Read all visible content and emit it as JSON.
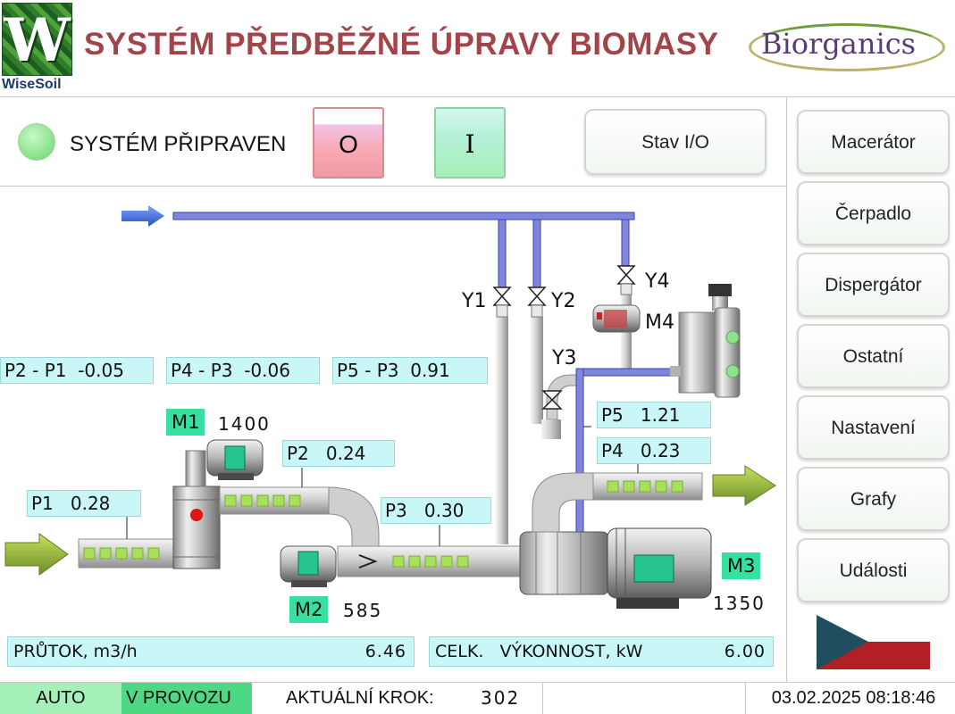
{
  "header": {
    "logo_letter": "W",
    "logo_text": "WiseSoil",
    "title": "SYSTÉM PŘEDBĚŽNÉ ÚPRAVY BIOMASY",
    "brand": "Biorganics"
  },
  "status_row": {
    "ready_label": "SYSTÉM PŘIPRAVEN",
    "off_button": "O",
    "on_button": "I",
    "io_button": "Stav I/O"
  },
  "nav": {
    "items": [
      "Macerátor",
      "Čerpadlo",
      "Dispergátor",
      "Ostatní",
      "Nastavení",
      "Grafy",
      "Události"
    ]
  },
  "diff_boxes": {
    "p2_p1": "P2 - P1  -0.05",
    "p4_p3": "P4 - P3  -0.06",
    "p5_p3": "P5 - P3  0.91"
  },
  "pressures": {
    "p1": "P1   0.28",
    "p2": "P2   0.24",
    "p3": "P3   0.30",
    "p4": "P4   0.23",
    "p5": "P5   1.21"
  },
  "motors": {
    "m1": {
      "tag": "M1",
      "rpm": "1400"
    },
    "m2": {
      "tag": "M2",
      "rpm": "585"
    },
    "m3": {
      "tag": "M3",
      "rpm": "1350"
    },
    "m4": {
      "tag": "M4"
    }
  },
  "valves": {
    "y1": "Y1",
    "y2": "Y2",
    "y3": "Y3",
    "y4": "Y4"
  },
  "totals": {
    "flow_label": "PRŮTOK, m3/h",
    "flow_value": "6.46",
    "power_label": "CELK.   VÝKONNOST, kW",
    "power_value": "6.00"
  },
  "status_bar": {
    "mode": "AUTO",
    "state": "V PROVOZU",
    "step_label": "AKTUÁLNÍ KROK:",
    "step_value": "302",
    "datetime": "03.02.2025 08:18:46"
  },
  "colors": {
    "title": "#a2454a",
    "value_box": "#c9f7f7",
    "motor_tag": "#35e0a1",
    "pipe_water": "#7f86dd",
    "status_run": "#4fd884",
    "status_auto": "#a5f0b8",
    "flag_blue": "#1f4e5f",
    "flag_red": "#b21f24"
  },
  "icons": {
    "inlet_arrow": "arrow-right-icon",
    "water_arrow": "arrow-right-icon",
    "flag": "czech-flag-icon"
  }
}
